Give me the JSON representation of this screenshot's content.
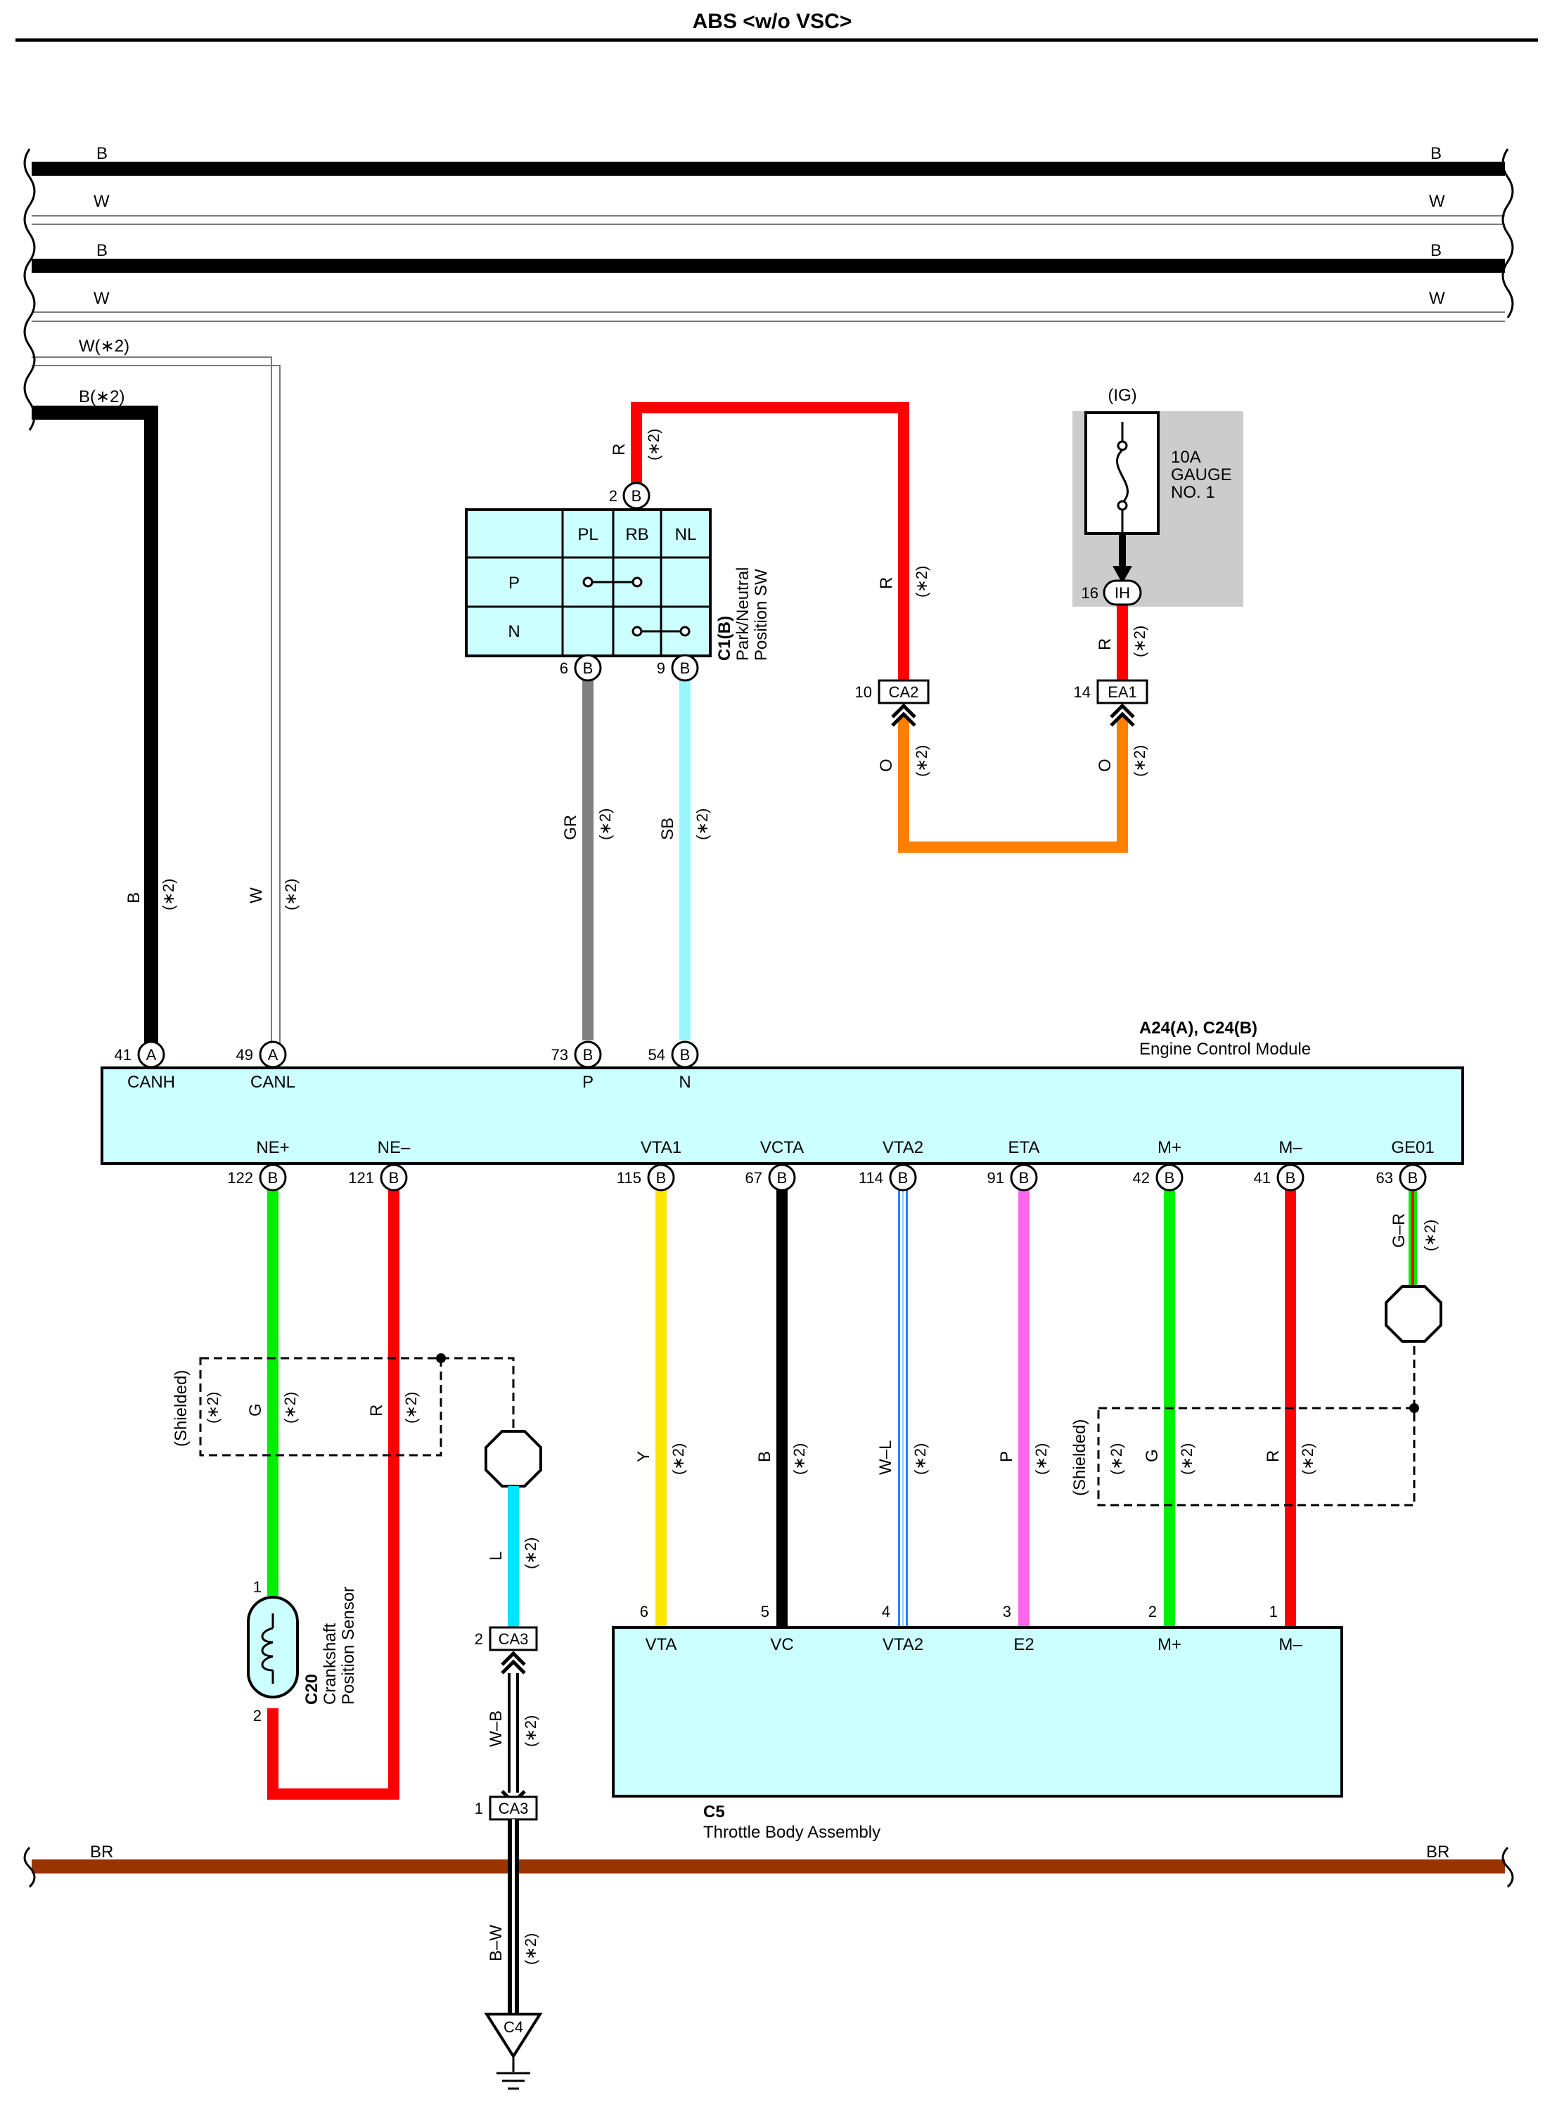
{
  "title": "ABS <w/o VSC>",
  "bus_labels": {
    "b1": "B",
    "w1": "W",
    "b2": "B",
    "w2": "W",
    "w_star2": "W(∗2)",
    "b_star2": "B(∗2)",
    "br": "BR"
  },
  "star2": "(∗2)",
  "ig": {
    "label": "(IG)",
    "fuse_line1": "10A",
    "fuse_line2": "GAUGE",
    "fuse_line3": "NO. 1",
    "pin": "16",
    "connector": "IH"
  },
  "connectors": {
    "ca2_pin": "10",
    "ca2": "CA2",
    "ea1_pin": "14",
    "ea1": "EA1",
    "ca3_top_pin": "2",
    "ca3_bot_pin": "1",
    "ca3": "CA3",
    "c4": "C4"
  },
  "park_sw": {
    "code": "C1(B)",
    "name_line1": "Park/Neutral",
    "name_line2": "Position SW",
    "col_pl": "PL",
    "col_rb": "RB",
    "col_nl": "NL",
    "row_p": "P",
    "row_n": "N",
    "pin_top": "2",
    "pin_left": "6",
    "pin_right": "9",
    "letter_b": "B"
  },
  "ecm": {
    "code": "A24(A), C24(B)",
    "name": "Engine Control Module",
    "top_pins": [
      {
        "num": "41",
        "letter": "A",
        "name": "CANH"
      },
      {
        "num": "49",
        "letter": "A",
        "name": "CANL"
      },
      {
        "num": "73",
        "letter": "B",
        "name": "P"
      },
      {
        "num": "54",
        "letter": "B",
        "name": "N"
      }
    ],
    "bottom_pins": [
      {
        "num": "122",
        "letter": "B",
        "name": "NE+"
      },
      {
        "num": "121",
        "letter": "B",
        "name": "NE–"
      },
      {
        "num": "115",
        "letter": "B",
        "name": "VTA1"
      },
      {
        "num": "67",
        "letter": "B",
        "name": "VCTA"
      },
      {
        "num": "114",
        "letter": "B",
        "name": "VTA2"
      },
      {
        "num": "91",
        "letter": "B",
        "name": "ETA"
      },
      {
        "num": "42",
        "letter": "B",
        "name": "M+"
      },
      {
        "num": "41",
        "letter": "B",
        "name": "M–"
      },
      {
        "num": "63",
        "letter": "B",
        "name": "GE01"
      }
    ]
  },
  "wire_colors": {
    "canh": "B",
    "canl": "W",
    "p": "GR",
    "n": "SB",
    "r": "R",
    "o": "O",
    "ne_pos": "G",
    "ne_neg": "R",
    "shield": "L",
    "vta": "Y",
    "vc": "B",
    "vta2": "W–L",
    "e2": "P",
    "m_pos": "G",
    "m_neg": "R",
    "ge01": "G–R",
    "wb": "W–B",
    "bw": "B–W"
  },
  "shielded": "(Shielded)",
  "crank": {
    "code": "C20",
    "name_line1": "Crankshaft",
    "name_line2": "Position Sensor",
    "pin1": "1",
    "pin2": "2"
  },
  "throttle": {
    "code": "C5",
    "name": "Throttle Body Assembly",
    "pins": [
      {
        "num": "6",
        "name": "VTA"
      },
      {
        "num": "5",
        "name": "VC"
      },
      {
        "num": "4",
        "name": "VTA2"
      },
      {
        "num": "3",
        "name": "E2"
      },
      {
        "num": "2",
        "name": "M+"
      },
      {
        "num": "1",
        "name": "M–"
      }
    ]
  },
  "colors": {
    "black": "#000000",
    "red": "#ff0000",
    "orange": "#ff8000",
    "grey": "#808080",
    "sky": "#99f5ff",
    "green": "#00ee00",
    "yellow": "#ffe600",
    "pink": "#ff66ee",
    "cyan": "#00e5ff",
    "brown": "#993300",
    "box_fill": "#ccffff",
    "fuse_bg": "#cccccc"
  }
}
